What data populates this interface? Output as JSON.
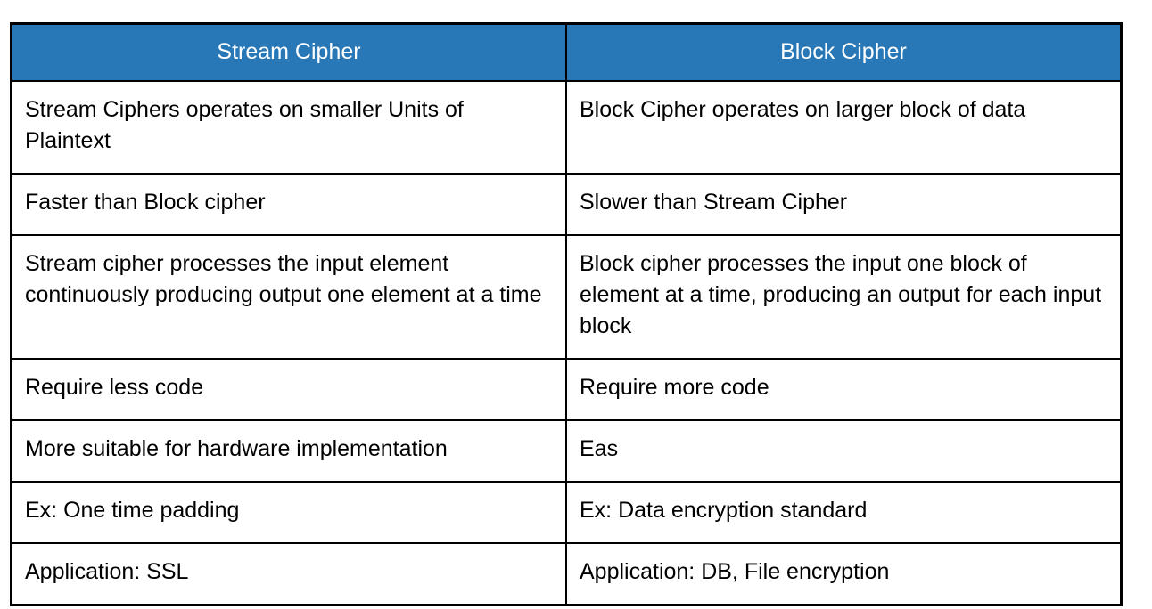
{
  "table": {
    "title": "Stream Cipher vs Block Cipher comparison",
    "colors": {
      "header_bg": "#2878b8",
      "header_text": "#ffffff",
      "border": "#000000",
      "body_text": "#000000",
      "body_bg": "#ffffff"
    },
    "header": {
      "columns": [
        "Stream Cipher",
        "Block Cipher"
      ]
    },
    "rows": [
      {
        "stream": "Stream Ciphers operates on smaller Units of Plaintext",
        "block": "Block Cipher operates on larger block of data"
      },
      {
        "stream": "Faster than Block cipher",
        "block": "Slower than Stream Cipher"
      },
      {
        "stream": "Stream cipher processes the input element continuously producing output one element at a time",
        "block": "Block cipher processes the input one block of element at a time, producing an output for each input block"
      },
      {
        "stream": "Require less code",
        "block": "Require more code"
      },
      {
        "stream": "More suitable for hardware implementation",
        "block": "Eas"
      },
      {
        "stream": "Ex: One time padding",
        "block": "Ex: Data encryption standard"
      },
      {
        "stream": "Application: SSL",
        "block": "Application: DB, File encryption"
      }
    ]
  }
}
